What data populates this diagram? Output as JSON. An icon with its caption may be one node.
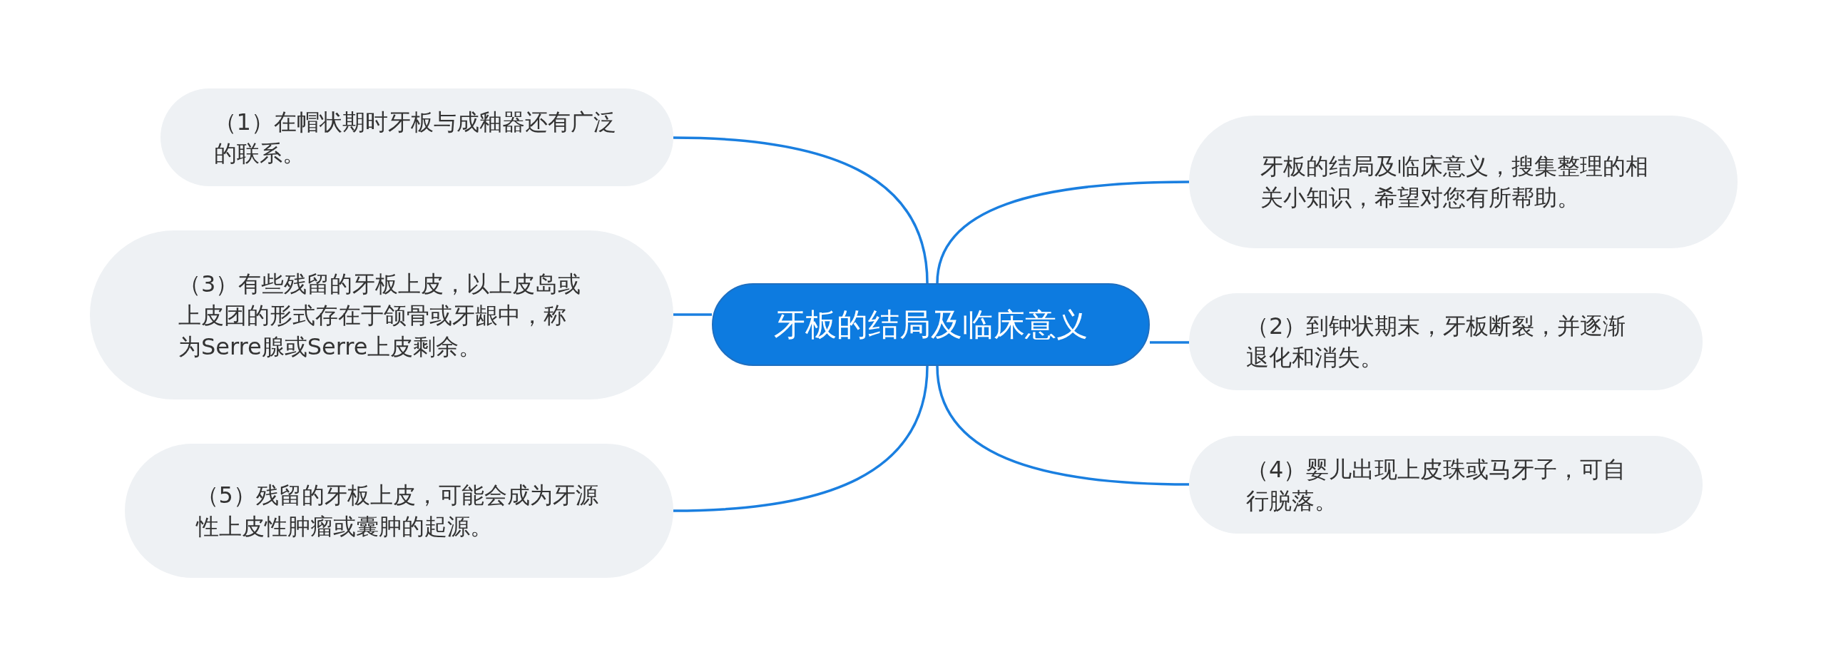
{
  "diagram": {
    "nodes": [
      {
        "text": [
          "牙板的结局及临床意义"
        ]
      },
      {
        "text": [
          "（1）在帽状期时牙板与成釉器还有广泛的联系。"
        ]
      },
      {
        "text": [
          "牙板的结局及临床意义，搜集整理的相关小知识，希望对您有所帮助。"
        ]
      },
      {
        "text": [
          "（3）有些残留的牙板上皮，以上皮岛或上皮团的形式存在于颌骨或牙龈中，称为Serre腺或Serre上皮剩余。"
        ]
      },
      {
        "text": [
          "（2）到钟状期末，牙板断裂，并逐渐退化和消失。"
        ]
      },
      {
        "text": [
          "（5）残留的牙板上皮，可能会成为牙源性上皮性肿瘤或囊肿的起源。"
        ]
      },
      {
        "text": [
          "（4）婴儿出现上皮珠或马牙子，可自行脱落。"
        ]
      }
    ],
    "edges": [
      {
        "from": 0,
        "to": 1,
        "arrow": "none"
      },
      {
        "from": 0,
        "to": 2,
        "arrow": "none"
      },
      {
        "from": 0,
        "to": 3,
        "arrow": "none"
      },
      {
        "from": 0,
        "to": 4,
        "arrow": "none"
      },
      {
        "from": 0,
        "to": 5,
        "arrow": "none"
      },
      {
        "from": 0,
        "to": 6,
        "arrow": "none"
      }
    ]
  }
}
